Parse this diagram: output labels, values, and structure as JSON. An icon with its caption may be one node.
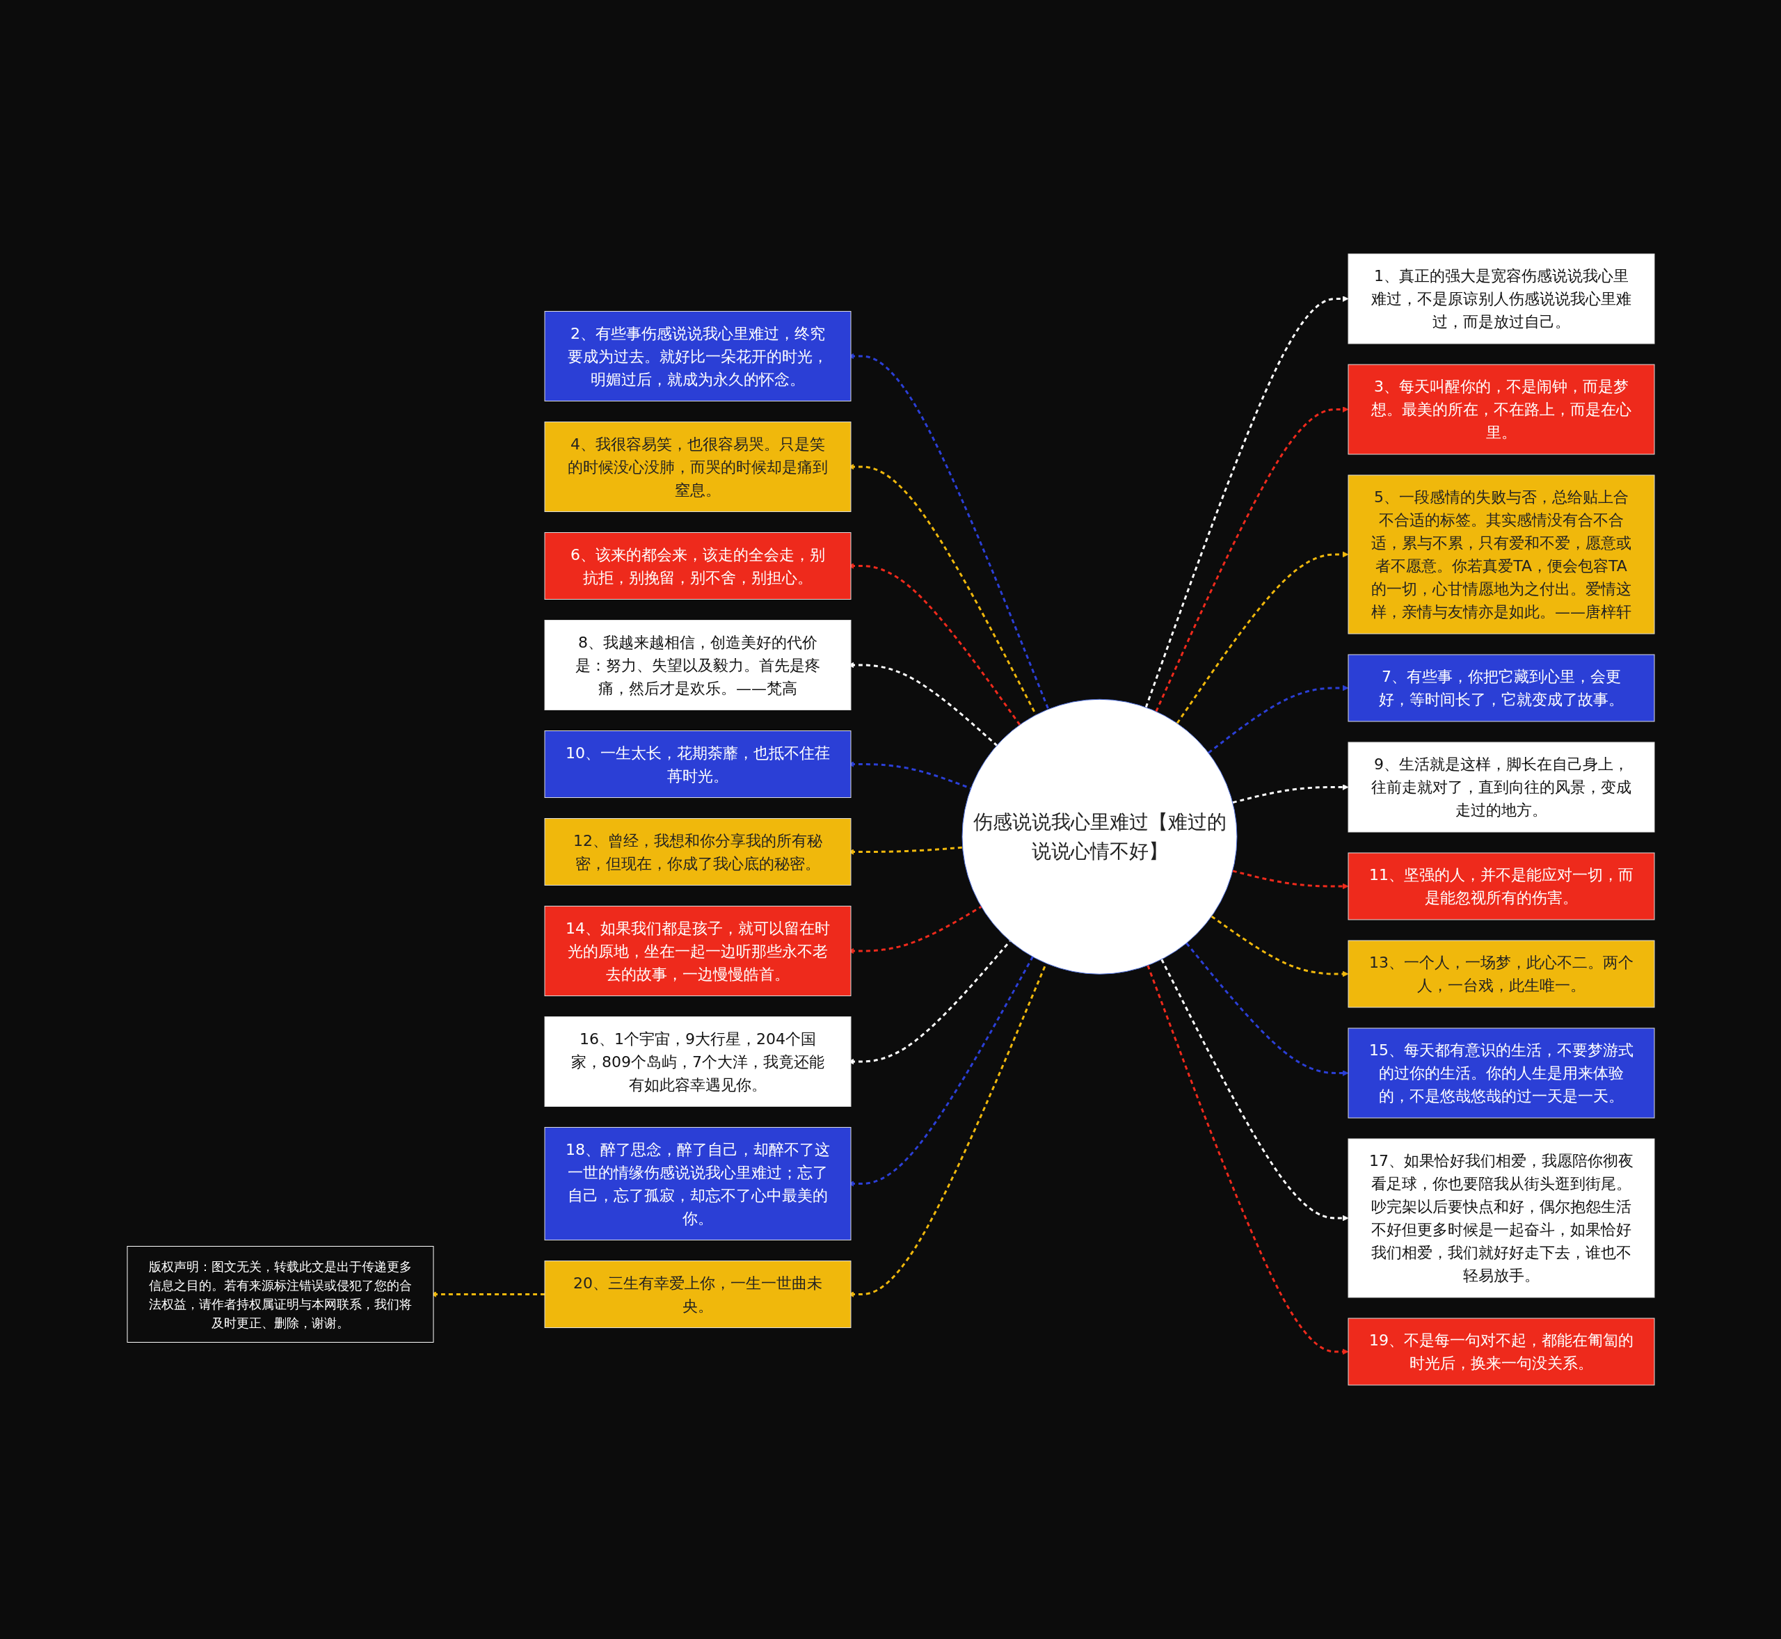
{
  "diagram": {
    "nodes": [
      {
        "text": [
          "伤感说说我心里难过【难过的说说心情不好】"
        ]
      },
      {
        "text": [
          "1、真正的强大是宽容伤感说说我心里难过，不是原谅别人伤感说说我心里难过，而是放过自己。"
        ]
      },
      {
        "text": [
          "2、有些事伤感说说我心里难过，终究要成为过去。就好比一朵花开的时光，明媚过后，就成为永久的怀念。"
        ]
      },
      {
        "text": [
          "3、每天叫醒你的，不是闹钟，而是梦想。最美的所在，不在路上，而是在心里。"
        ]
      },
      {
        "text": [
          "4、我很容易笑，也很容易哭。只是笑的时候没心没肺，而哭的时候却是痛到窒息。"
        ]
      },
      {
        "text": [
          "5、一段感情的失败与否，总给贴上合不合适的标签。其实感情没有合不合适，累与不累，只有爱和不爱，愿意或者不愿意。你若真爱TA，便会包容TA的一切，心甘情愿地为之付出。爱情这样，亲情与友情亦是如此。——唐梓轩"
        ]
      },
      {
        "text": [
          "6、该来的都会来，该走的全会走，别抗拒，别挽留，别不舍，别担心。"
        ]
      },
      {
        "text": [
          "7、有些事，你把它藏到心里，会更好，等时间长了，它就变成了故事。"
        ]
      },
      {
        "text": [
          "8、我越来越相信，创造美好的代价是：努力、失望以及毅力。首先是疼痛，然后才是欢乐。——梵高"
        ]
      },
      {
        "text": [
          "9、生活就是这样，脚长在自己身上，往前走就对了，直到向往的风景，变成走过的地方。"
        ]
      },
      {
        "text": [
          "10、一生太长，花期荼蘼，也抵不住荏苒时光。"
        ]
      },
      {
        "text": [
          "11、坚强的人，并不是能应对一切，而是能忽视所有的伤害。"
        ]
      },
      {
        "text": [
          "12、曾经，我想和你分享我的所有秘密，但现在，你成了我心底的秘密。"
        ]
      },
      {
        "text": [
          "13、一个人，一场梦，此心不二。两个人，一台戏，此生唯一。"
        ]
      },
      {
        "text": [
          "14、如果我们都是孩子，就可以留在时光的原地，坐在一起一边听那些永不老去的故事，一边慢慢皓首。"
        ]
      },
      {
        "text": [
          "15、每天都有意识的生活，不要梦游式的过你的生活。你的人生是用来体验的，不是悠哉悠哉的过一天是一天。"
        ]
      },
      {
        "text": [
          "16、1个宇宙，9大行星，204个国家，809个岛屿，7个大洋，我竟还能有如此容幸遇见你。"
        ]
      },
      {
        "text": [
          "17、如果恰好我们相爱，我愿陪你彻夜看足球，你也要陪我从街头逛到街尾。吵完架以后要快点和好，偶尔抱怨生活不好但更多时候是一起奋斗，如果恰好我们相爱，我们就好好走下去，谁也不轻易放手。"
        ]
      },
      {
        "text": [
          "18、醉了思念，醉了自己，却醉不了这一世的情缘伤感说说我心里难过；忘了自己，忘了孤寂，却忘不了心中最美的你。"
        ]
      },
      {
        "text": [
          "19、不是每一句对不起，都能在匍匐的时光后，换来一句没关系。"
        ]
      },
      {
        "text": [
          "20、三生有幸爱上你，一生一世曲未央。"
        ]
      },
      {
        "text": [
          "版权声明：图文无关，转载此文是出于传递更多信息之目的。若有来源标注错误或侵犯了您的合法权益，请作者持权属证明与本网联系，我们将及时更正、删除，谢谢。"
        ]
      }
    ],
    "edges": [
      {
        "from": 0,
        "to": 1,
        "arrow": "to",
        "style": "dashed",
        "color": "#ffffff"
      },
      {
        "from": 0,
        "to": 2,
        "arrow": "to",
        "style": "dashed",
        "color": "#2b3fd6"
      },
      {
        "from": 0,
        "to": 3,
        "arrow": "to",
        "style": "dashed",
        "color": "#ee2a1c"
      },
      {
        "from": 0,
        "to": 4,
        "arrow": "to",
        "style": "dashed"
      },
      {
        "from": 0,
        "to": 5,
        "arrow": "to",
        "style": "dashed"
      },
      {
        "from": 0,
        "to": 6,
        "arrow": "to",
        "style": "dashed",
        "color": "#ee2a1c"
      },
      {
        "from": 0,
        "to": 7,
        "arrow": "to",
        "style": "dashed",
        "color": "#2b3fd6"
      },
      {
        "from": 0,
        "to": 8,
        "arrow": "to",
        "style": "dashed",
        "color": "#ffffff"
      },
      {
        "from": 0,
        "to": 9,
        "arrow": "to",
        "style": "dashed",
        "color": "#ffffff"
      },
      {
        "from": 0,
        "to": 10,
        "arrow": "to",
        "style": "dashed",
        "color": "#2b3fd6"
      },
      {
        "from": 0,
        "to": 11,
        "arrow": "to",
        "style": "dashed",
        "color": "#ee2a1c"
      },
      {
        "from": 0,
        "to": 12,
        "arrow": "to",
        "style": "dashed"
      },
      {
        "from": 0,
        "to": 13,
        "arrow": "to",
        "style": "dashed"
      },
      {
        "from": 0,
        "to": 14,
        "arrow": "to",
        "style": "dashed",
        "color": "#ee2a1c"
      },
      {
        "from": 0,
        "to": 15,
        "arrow": "to",
        "style": "dashed",
        "color": "#2b3fd6"
      },
      {
        "from": 0,
        "to": 16,
        "arrow": "to",
        "style": "dashed",
        "color": "#ffffff"
      },
      {
        "from": 0,
        "to": 17,
        "arrow": "to",
        "style": "dashed",
        "color": "#ffffff"
      },
      {
        "from": 0,
        "to": 18,
        "arrow": "to",
        "style": "dashed",
        "color": "#2b3fd6"
      },
      {
        "from": 0,
        "to": 19,
        "arrow": "to",
        "style": "dashed",
        "color": "#ee2a1c"
      },
      {
        "from": 0,
        "to": 20,
        "arrow": "to",
        "style": "dashed"
      },
      {
        "from": 20,
        "to": 21,
        "arrow": "to",
        "style": "dashed"
      }
    ]
  }
}
